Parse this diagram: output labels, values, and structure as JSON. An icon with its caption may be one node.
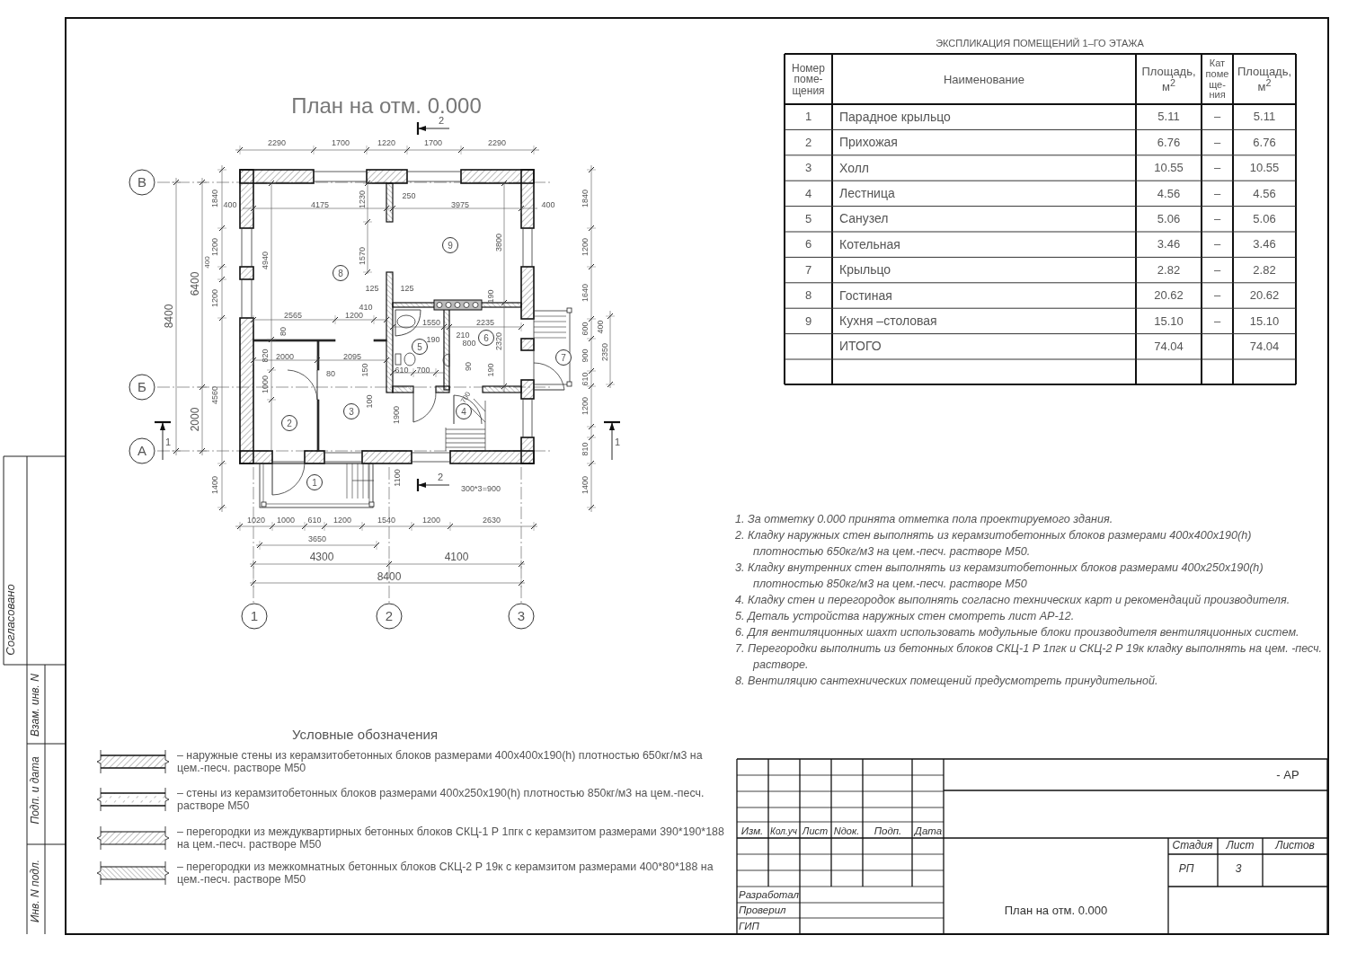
{
  "diagram": {
    "title": "План на отм. 0.000",
    "labels": [
      "2",
      "2",
      "1",
      "1",
      "2290",
      "1700",
      "1220",
      "1700",
      "2290",
      "В",
      "Б",
      "А",
      "1",
      "2",
      "3",
      "8400",
      "6400",
      "2000",
      "1840",
      "1200",
      "400",
      "1200",
      "4560",
      "1400",
      "4940",
      "820",
      "1000",
      "1840",
      "1200",
      "1640",
      "600",
      "900",
      "610",
      "1200",
      "810",
      "1400",
      "400",
      "2350",
      "400",
      "4175",
      "1230",
      "250",
      "3975",
      "400",
      "3800",
      "1570",
      "125",
      "125",
      "190",
      "410",
      "2565",
      "1200",
      "80",
      "1550",
      "2235",
      "190",
      "210",
      "800",
      "2320",
      "2000",
      "2095",
      "80",
      "150",
      "610",
      "700",
      "90",
      "190",
      "100",
      "700",
      "1900",
      "1100",
      "300*3=900",
      "8",
      "9",
      "5",
      "6",
      "7",
      "2",
      "3",
      "4",
      "1",
      "1020",
      "1000",
      "610",
      "1200",
      "1540",
      "1200",
      "2630",
      "3650",
      "4300",
      "4100",
      "8400",
      "ЭКСПЛИКАЦИЯ ПОМЕЩЕНИЙ 1–ГО ЭТАЖА",
      "Номер поме- щения",
      "Наименование",
      "Площадь, м$^{2}$",
      "Кат поме ще- ния",
      "Площадь, м$^{2}$",
      "1",
      "Парадное крыльцо",
      "5.11",
      "–",
      "5.11",
      "2",
      "Прихожая",
      "6.76",
      "–",
      "6.76",
      "3",
      "Холл",
      "10.55",
      "–",
      "10.55",
      "4",
      "Лестница",
      "4.56",
      "–",
      "4.56",
      "5",
      "Санузел",
      "5.06",
      "–",
      "5.06",
      "6",
      "Котельная",
      "3.46",
      "–",
      "3.46",
      "7",
      "Крыльцо",
      "2.82",
      "–",
      "2.82",
      "8",
      "Гостиная",
      "20.62",
      "–",
      "20.62",
      "9",
      "Кухня –столовая",
      "15.10",
      "–",
      "15.10",
      "ИТОГО",
      "74.04",
      "74.04",
      "1. За отметку 0.000 принята отметка пола проектируемого здания.",
      "2. Кладку наружных стен выполнять из керамзитобетонных блоков размерами 400x400x190(h) плотностью 650кг/м3 на цем.-песч. растворе М50.",
      "3. Кладку внутренних стен выполнять из керамзитобетонных блоков размерами 400x250x190(h) плотностью 850кг/м3 на цем.-песч. растворе М50",
      "4. Кладку стен и перегородок выполнять согласно технических карт и рекомендаций производителя.",
      "5. Деталь устройства наружных стен смотреть лист АР-12.",
      "6. Для вентиляционных шахт использовать модульные блоки производителя вентиляционных систем.",
      "7. Перегородки выполнить из бетонных блоков СКЦ-1 Р 1пгк и СКЦ-2 Р 19к кладку выполнять на цем. -песч. растворе.",
      "8. Вентиляцию сантехнических помещений предусмотреть принудительной.",
      "Условные обозначения",
      "- АР",
      "Изм.",
      "Кол.уч",
      "Лист",
      "Nдок.",
      "Подп.",
      "Дата",
      "Стадия",
      "Лист",
      "Листов",
      "РП",
      "3",
      "Разработал",
      "Проверил",
      "ГИП",
      "План на отм. 0.000",
      "Согласовано",
      "Взам. инв. N",
      "Подп. и дата",
      "Инв. N подл."
    ],
    "legend": [
      {
        "text": "– наружные стены из керамзитобетонных блоков размерами 400x400x190(h) плотностью 650кг/м3 на цем.-песч. растворе М50"
      },
      {
        "text": "– стены из керамзитобетонных блоков размерами 400x250x190(h) плотностью 850кг/м3 на цем.-песч. растворе М50"
      },
      {
        "text": "– перегородки из междуквартирных бетонных блоков СКЦ-1 Р 1пгк с керамзитом размерами 390*190*188 на цем.-песч. растворе М50"
      },
      {
        "text": "– перегородки из межкомнатных бетонных блоков СКЦ-2 Р 19к с керамзитом размерами 400*80*188 на цем.-песч. растворе М50"
      }
    ]
  }
}
